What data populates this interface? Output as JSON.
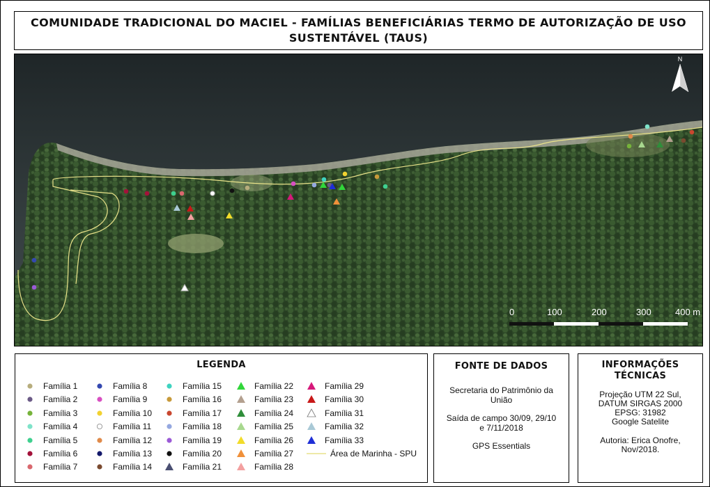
{
  "title": "COMUNIDADE TRADICIONAL DO MACIEL - FAMÍLIAS BENEFICIÁRIAS TERMO DE AUTORIZAÇÃO DE USO SUSTENTÁVEL (TAUS)",
  "north_arrow_label": "N",
  "scale_bar": {
    "labels": [
      "0",
      "100",
      "200",
      "300",
      "400 m"
    ]
  },
  "legend": {
    "title": "LEGENDA",
    "items": [
      {
        "label": "Família 1",
        "shape": "circle",
        "color": "#b7ad7d"
      },
      {
        "label": "Família 2",
        "shape": "circle",
        "color": "#6b5a86"
      },
      {
        "label": "Família 3",
        "shape": "circle",
        "color": "#76b33a"
      },
      {
        "label": "Família 4",
        "shape": "circle",
        "color": "#7fe3c9"
      },
      {
        "label": "Família 5",
        "shape": "circle",
        "color": "#3fd08f"
      },
      {
        "label": "Família 6",
        "shape": "circle",
        "color": "#a3123a"
      },
      {
        "label": "Família 7",
        "shape": "circle",
        "color": "#d9686e"
      },
      {
        "label": "Família 8",
        "shape": "circle",
        "color": "#3448b0"
      },
      {
        "label": "Família 9",
        "shape": "circle",
        "color": "#d84fc1"
      },
      {
        "label": "Família 10",
        "shape": "circle",
        "color": "#f2d230"
      },
      {
        "label": "Família 11",
        "shape": "circle",
        "color": "#ffffff"
      },
      {
        "label": "Família 12",
        "shape": "circle",
        "color": "#e08a4a"
      },
      {
        "label": "Família 13",
        "shape": "circle",
        "color": "#14196b"
      },
      {
        "label": "Família 14",
        "shape": "circle",
        "color": "#7a4a2f"
      },
      {
        "label": "Família 15",
        "shape": "circle",
        "color": "#3ed3c0"
      },
      {
        "label": "Família 16",
        "shape": "circle",
        "color": "#c79a3a"
      },
      {
        "label": "Família 17",
        "shape": "circle",
        "color": "#c9472f"
      },
      {
        "label": "Família 18",
        "shape": "circle",
        "color": "#95a8e0"
      },
      {
        "label": "Família 19",
        "shape": "circle",
        "color": "#9b5ad6"
      },
      {
        "label": "Família 20",
        "shape": "circle",
        "color": "#111111"
      },
      {
        "label": "Família 21",
        "shape": "triangle",
        "color": "#4a4f72"
      },
      {
        "label": "Família 22",
        "shape": "triangle",
        "color": "#31d63a"
      },
      {
        "label": "Família 23",
        "shape": "triangle",
        "color": "#b3a08f"
      },
      {
        "label": "Família 24",
        "shape": "triangle",
        "color": "#2f8e3a"
      },
      {
        "label": "Família 25",
        "shape": "triangle",
        "color": "#a8d88f"
      },
      {
        "label": "Família 26",
        "shape": "triangle",
        "color": "#f2dc2a"
      },
      {
        "label": "Família 27",
        "shape": "triangle",
        "color": "#f0903a"
      },
      {
        "label": "Família 28",
        "shape": "triangle",
        "color": "#f3a0a0"
      },
      {
        "label": "Família 29",
        "shape": "triangle",
        "color": "#d6197a"
      },
      {
        "label": "Família 30",
        "shape": "triangle",
        "color": "#c81818"
      },
      {
        "label": "Família 31",
        "shape": "triangle",
        "color": "#ffffff"
      },
      {
        "label": "Família 32",
        "shape": "triangle",
        "color": "#a9c9d6"
      },
      {
        "label": "Família 33",
        "shape": "triangle",
        "color": "#1f2fd6"
      },
      {
        "label": "Área de Marinha - SPU",
        "shape": "line",
        "color": "#e9e28a"
      }
    ]
  },
  "fonte": {
    "title": "FONTE DE DADOS",
    "lines": [
      "Secretaria do Patrimônio da União",
      "Saída de campo 30/09, 29/10 e 7/11/2018",
      "GPS Essentials"
    ]
  },
  "info": {
    "title": "INFORMAÇÕES TÉCNICAS",
    "lines": [
      "Projeção UTM 22 Sul,",
      "DATUM SIRGAS 2000",
      "EPSG: 31982",
      "Google Satelite"
    ],
    "author_lines": [
      "Autoria: Erica Onofre,",
      "Nov/2018."
    ]
  },
  "colors": {
    "water": "#2a3335",
    "forest": "#2f4a28",
    "clearing": "#8c9a6c",
    "beach": "#c9c6b8"
  }
}
